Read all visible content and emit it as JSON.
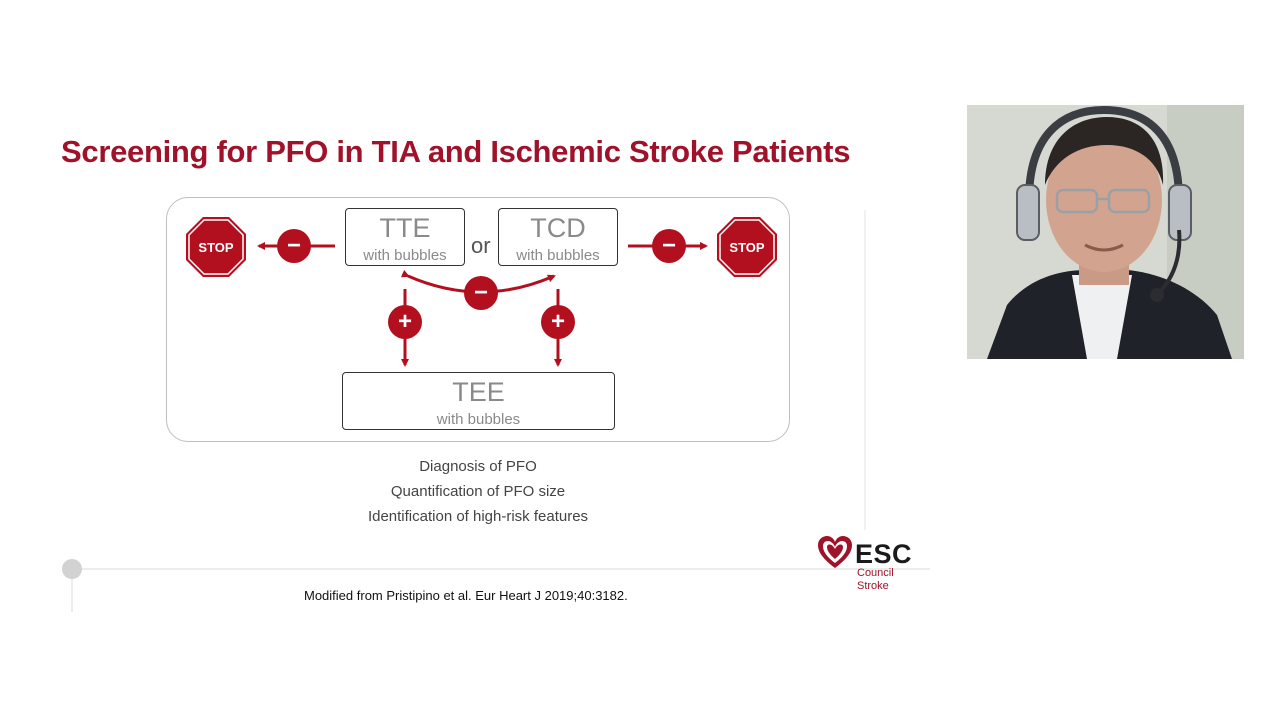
{
  "slide": {
    "title": "Screening for PFO in TIA and Ischemic Stroke Patients",
    "diagram": {
      "tte_label": "TTE",
      "tte_sub": "with bubbles",
      "or_label": "or",
      "tcd_label": "TCD",
      "tcd_sub": "with bubbles",
      "tee_label": "TEE",
      "tee_sub": "with bubbles",
      "stop_left": "STOP",
      "stop_right": "STOP",
      "negative_symbol": "−",
      "positive_symbol": "+"
    },
    "outcomes": [
      "Diagnosis of PFO",
      "Quantification of PFO size",
      "Identification of high-risk features"
    ],
    "citation": "Modified from Pristipino et al. Eur Heart J 2019;40:3182.",
    "logo": {
      "name": "ESC",
      "line1": "Council",
      "line2": "Stroke"
    }
  },
  "colors": {
    "accent": "#a0122a",
    "stop_red": "#b3101f"
  }
}
